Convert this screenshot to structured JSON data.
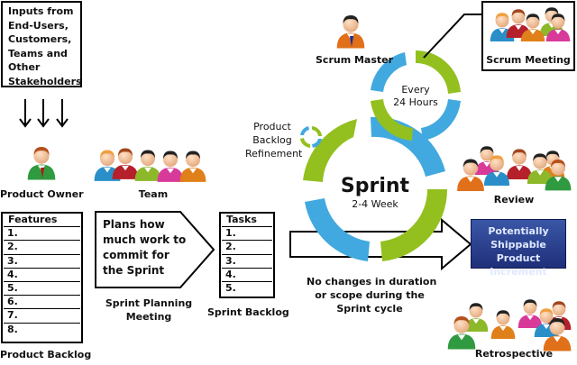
{
  "inputs": {
    "lines": [
      "Inputs from",
      "End-Users,",
      "Customers,",
      "Teams and",
      "Other",
      "Stakeholders"
    ]
  },
  "roles": {
    "product_owner": "Product Owner",
    "team": "Team",
    "scrum_master": "Scrum Master",
    "scrum_meeting": "Scrum Meeting",
    "review": "Review",
    "retrospective": "Retrospective"
  },
  "product_backlog": {
    "header": "Features",
    "items": [
      "1.",
      "2.",
      "3.",
      "4.",
      "5.",
      "6.",
      "7.",
      "8."
    ],
    "label": "Product Backlog"
  },
  "sprint_planning": {
    "lines": [
      "Plans how",
      "much work to",
      "commit for",
      "the Sprint"
    ],
    "label_lines": [
      "Sprint Planning",
      "Meeting"
    ]
  },
  "sprint_backlog": {
    "header": "Tasks",
    "items": [
      "1.",
      "2.",
      "3.",
      "4.",
      "5."
    ],
    "label": "Sprint Backlog"
  },
  "refinement": {
    "lines": [
      "Product",
      "Backlog",
      "Refinement"
    ]
  },
  "daily": {
    "lines": [
      "Every",
      "24 Hours"
    ]
  },
  "sprint": {
    "title": "Sprint",
    "duration": "2-4 Week"
  },
  "sprint_note": {
    "lines": [
      "No changes in duration",
      "or scope during the",
      "Sprint cycle"
    ]
  },
  "increment": {
    "lines": [
      "Potentially",
      "Shippable Product",
      "Increment"
    ]
  },
  "colors": {
    "cycle_green": "#93c01f",
    "cycle_blue": "#41a9df",
    "increment_bg": "#2a3f8f"
  }
}
